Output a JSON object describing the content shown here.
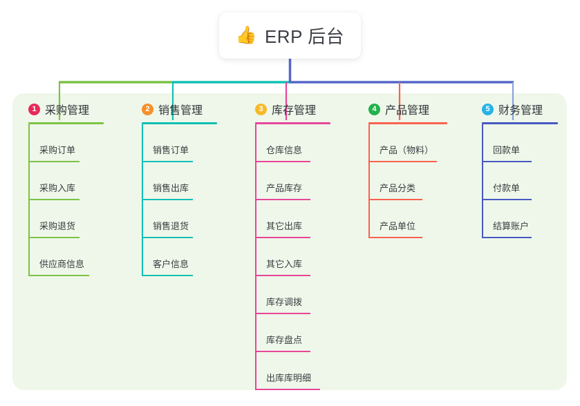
{
  "root": {
    "icon": "thumbs-up-icon",
    "emoji": "👍",
    "title": "ERP 后台"
  },
  "canvas": {
    "background": "#ffffff",
    "panel_background": "#eef7e9"
  },
  "bus": {
    "segments": [
      {
        "name": "segment-green",
        "color": "#7dc244"
      },
      {
        "name": "segment-teal",
        "color": "#12bfb4"
      },
      {
        "name": "segment-blue",
        "color": "#5566c9"
      }
    ],
    "stem_color": "#5566c9"
  },
  "columns": [
    {
      "index": "1",
      "badge_color": "#e8295a",
      "title": "采购管理",
      "line_color": "#7dc244",
      "head_rule_width": 109,
      "drop_color": "#7dc244",
      "items": [
        {
          "label": "采购订单",
          "rule_width": 74
        },
        {
          "label": "采购入库",
          "rule_width": 74
        },
        {
          "label": "采购退货",
          "rule_width": 74
        },
        {
          "label": "供应商信息",
          "rule_width": 88
        }
      ]
    },
    {
      "index": "2",
      "badge_color": "#f5902b",
      "title": "销售管理",
      "line_color": "#12bfb4",
      "head_rule_width": 109,
      "drop_color": "#12bfb4",
      "items": [
        {
          "label": "销售订单",
          "rule_width": 74
        },
        {
          "label": "销售出库",
          "rule_width": 74
        },
        {
          "label": "销售退货",
          "rule_width": 74
        },
        {
          "label": "客户信息",
          "rule_width": 74
        }
      ]
    },
    {
      "index": "3",
      "badge_color": "#f7b928",
      "title": "库存管理",
      "line_color": "#e8459a",
      "head_rule_width": 109,
      "drop_color": "#e8459a",
      "items": [
        {
          "label": "仓库信息",
          "rule_width": 80
        },
        {
          "label": "产品库存",
          "rule_width": 80
        },
        {
          "label": "其它出库",
          "rule_width": 80
        },
        {
          "label": "其它入库",
          "rule_width": 80
        },
        {
          "label": "库存调拨",
          "rule_width": 80
        },
        {
          "label": "库存盘点",
          "rule_width": 80
        },
        {
          "label": "出库库明细",
          "rule_width": 94
        }
      ]
    },
    {
      "index": "4",
      "badge_color": "#22b14c",
      "title": "产品管理",
      "line_color": "#fa6050",
      "head_rule_width": 114,
      "drop_color": "#fa6050",
      "items": [
        {
          "label": "产品（物料）",
          "rule_width": 99
        },
        {
          "label": "产品分类",
          "rule_width": 78
        },
        {
          "label": "产品单位",
          "rule_width": 78
        }
      ]
    },
    {
      "index": "5",
      "badge_color": "#27b3e8",
      "title": "财务管理",
      "line_color": "#4657c4",
      "head_rule_width": 110,
      "drop_color": "#8ba3d9",
      "items": [
        {
          "label": "回款单",
          "rule_width": 72
        },
        {
          "label": "付款单",
          "rule_width": 72
        },
        {
          "label": "结算账户",
          "rule_width": 72
        }
      ]
    }
  ]
}
